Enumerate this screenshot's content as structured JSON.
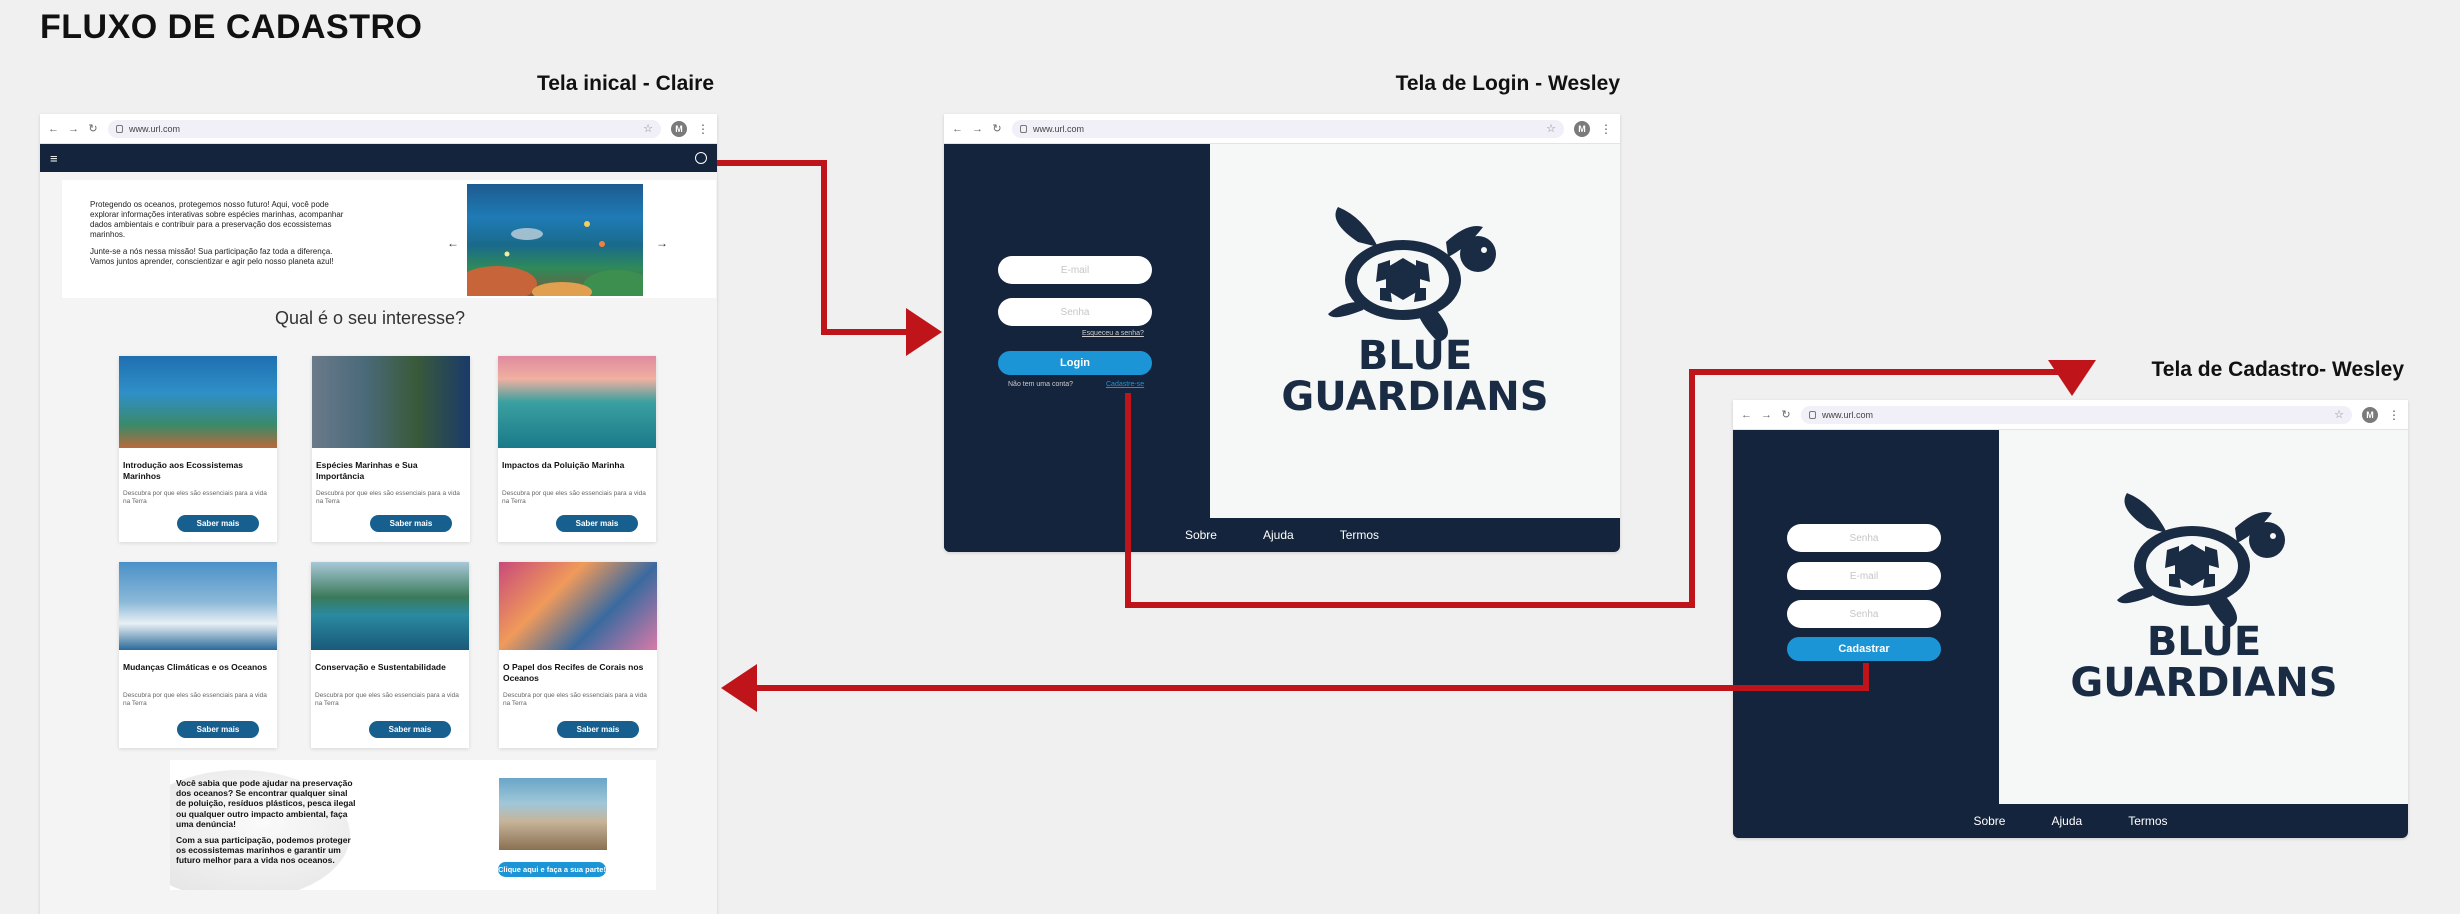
{
  "board_title": "FLUXO DE CADASTRO",
  "colors": {
    "navy": "#14243c",
    "accent_blue": "#1b95d6",
    "arrow_red": "#c0141b",
    "card_button": "#175f8e"
  },
  "frames": {
    "claire": {
      "title": "Tela inical - Claire",
      "url": "www.url.com",
      "avatar": "M",
      "menu_icon": "hamburger-icon",
      "user_icon": "user-circle-icon",
      "hero": {
        "paragraph1": "Protegendo os oceanos, protegemos nosso futuro! Aqui, você pode explorar informações interativas sobre espécies marinhas, acompanhar dados ambientais e contribuir para a preservação dos ecossistemas marinhos.",
        "paragraph2": "Junte-se a nós nessa missão! Sua participação faz toda a diferença. Vamos juntos aprender, conscientizar e agir pelo nosso planeta azul!",
        "prev": "←",
        "next": "→"
      },
      "interest_title": "Qual é o seu interesse?",
      "cards": [
        {
          "title": "Introdução aos Ecossistemas Marinhos",
          "desc": "Descubra por que eles são essenciais para a vida na Terra",
          "button": "Saber mais"
        },
        {
          "title": "Espécies Marinhas e Sua Importância",
          "desc": "Descubra por que eles são essenciais para a vida na Terra",
          "button": "Saber mais"
        },
        {
          "title": "Impactos da Poluição Marinha",
          "desc": "Descubra por que eles são essenciais para a vida na Terra",
          "button": "Saber mais"
        },
        {
          "title": "Mudanças Climáticas e os Oceanos",
          "desc": "Descubra por que eles são essenciais para a vida na Terra",
          "button": "Saber mais"
        },
        {
          "title": "Conservação e Sustentabilidade",
          "desc": "Descubra por que eles são essenciais para a vida na Terra",
          "button": "Saber mais"
        },
        {
          "title": "O Papel dos Recifes de Corais nos Oceanos",
          "desc": "Descubra por que eles são essenciais para a vida na Terra",
          "button": "Saber mais"
        }
      ],
      "banner": {
        "paragraph1": "Você sabia que pode ajudar na preservação dos oceanos? Se encontrar qualquer sinal de poluição, resíduos plásticos, pesca ilegal ou qualquer outro impacto ambiental, faça uma denúncia!",
        "paragraph2": "Com a sua participação, podemos proteger os ecossistemas marinhos e garantir um futuro melhor para a vida nos oceanos.",
        "button": "Clique aqui e faça a sua parte!"
      }
    },
    "login": {
      "title": "Tela de Login - Wesley",
      "url": "www.url.com",
      "avatar": "M",
      "email_placeholder": "E-mail",
      "password_placeholder": "Senha",
      "forgot_link": "Esqueceu a senha?",
      "login_button": "Login",
      "no_account_text": "Não tem uma conta?",
      "signup_link": "Cadastre-se",
      "brand_line1": "BLUE",
      "brand_line2": "GUARDIANS",
      "footer": [
        "Sobre",
        "Ajuda",
        "Termos"
      ]
    },
    "cadastro": {
      "title": "Tela de Cadastro- Wesley",
      "url": "www.url.com",
      "avatar": "M",
      "name_placeholder": "Senha",
      "email_placeholder": "E-mail",
      "password_placeholder": "Senha",
      "register_button": "Cadastrar",
      "brand_line1": "BLUE",
      "brand_line2": "GUARDIANS",
      "footer": [
        "Sobre",
        "Ajuda",
        "Termos"
      ]
    }
  }
}
